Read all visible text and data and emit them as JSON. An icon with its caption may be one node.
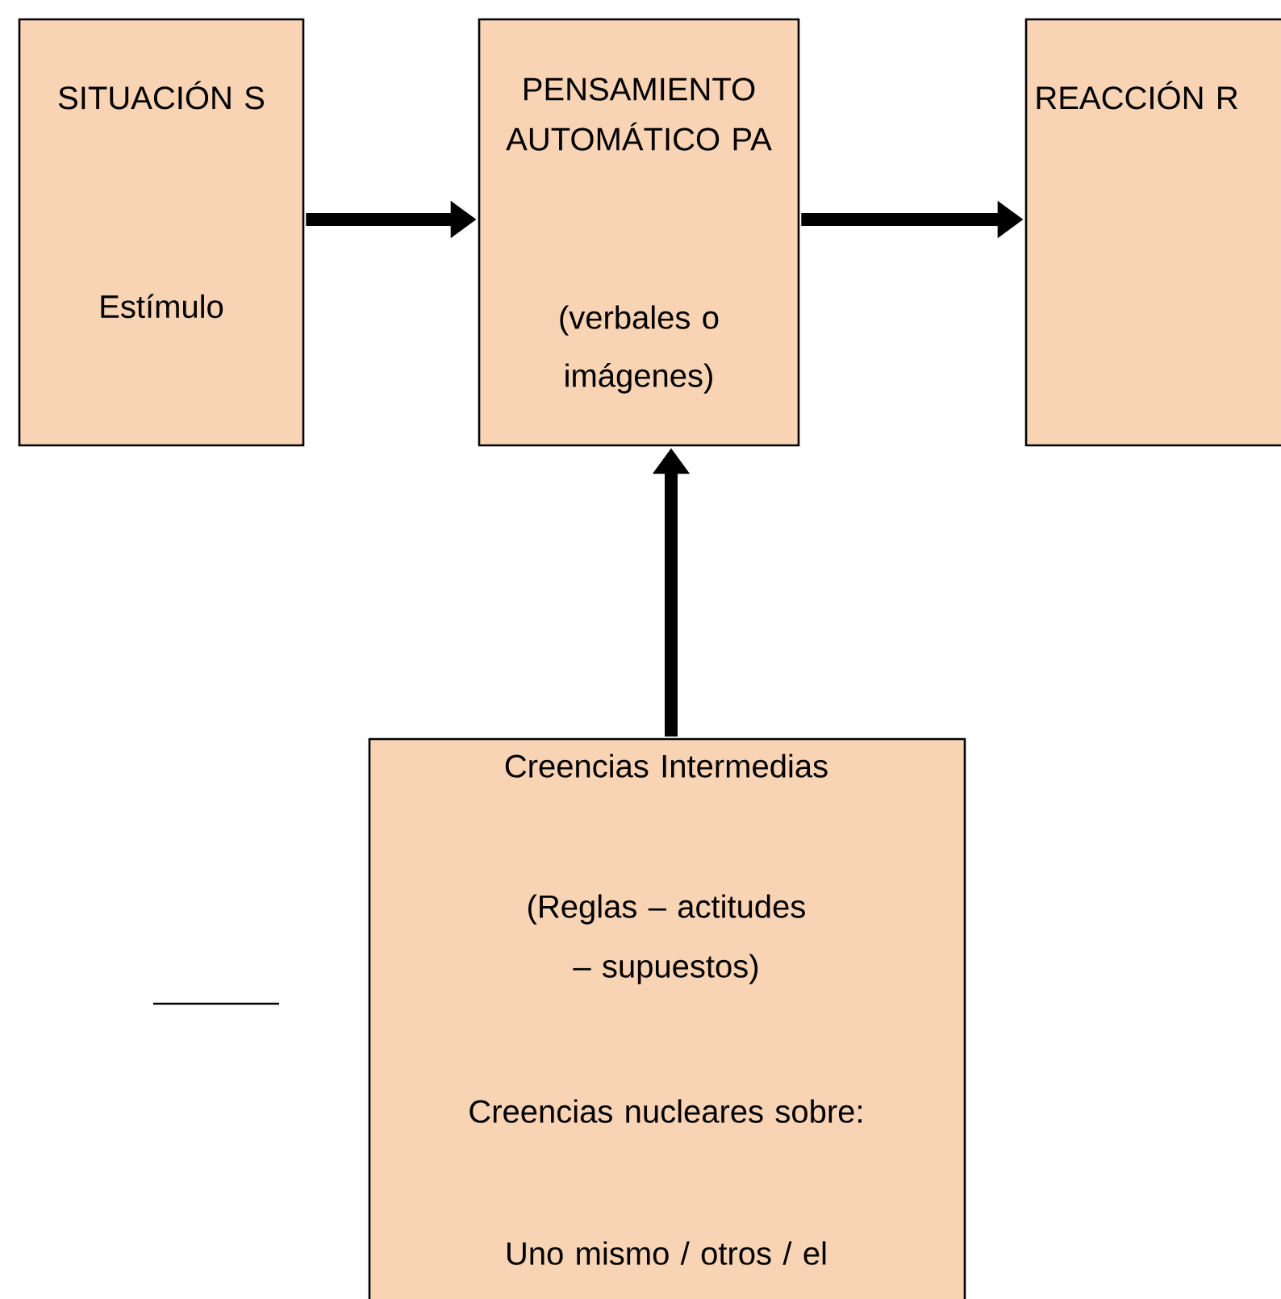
{
  "diagram": {
    "nodes": [
      {
        "text": [
          "SITUACIÓN S",
          "Estímulo"
        ]
      },
      {
        "text": [
          "PENSAMIENTO AUTOMÁTICO PA",
          "(verbales o imágenes)"
        ]
      },
      {
        "text": [
          "REACCIÓN R"
        ]
      },
      {
        "text": [
          "Creencias Intermedias",
          "(Reglas – actitudes – supuestos)",
          "Creencias nucleares sobre:",
          "Uno mismo / otros / el"
        ]
      }
    ],
    "edges": [
      {
        "from": 0,
        "to": 1,
        "arrow": "to"
      },
      {
        "from": 1,
        "to": 2,
        "arrow": "to"
      },
      {
        "from": 3,
        "to": 1,
        "arrow": "to"
      }
    ]
  }
}
